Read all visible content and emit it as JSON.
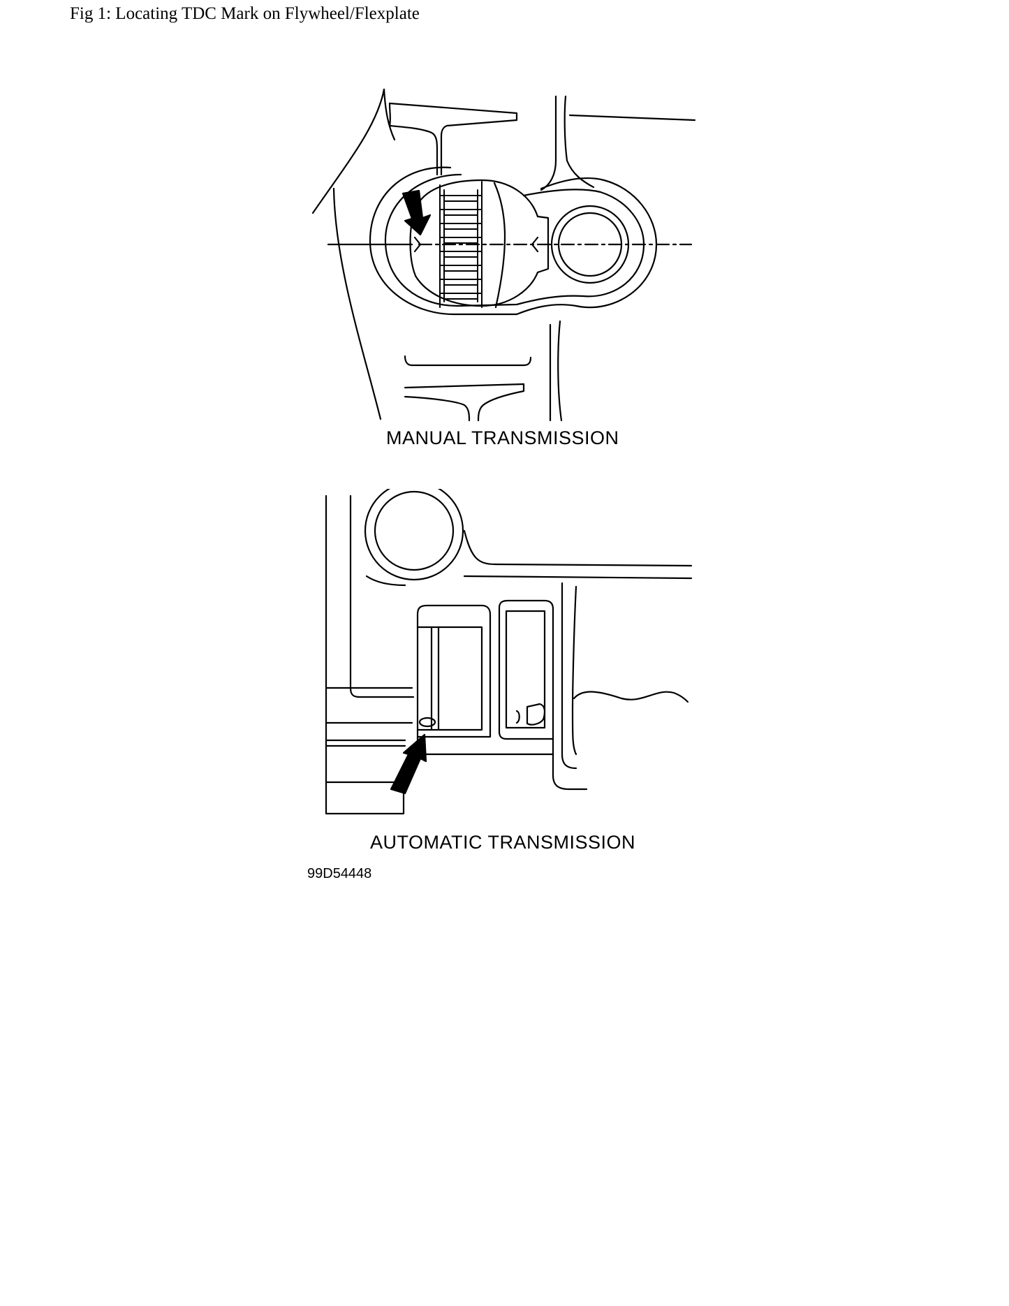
{
  "figure": {
    "title": "Fig 1: Locating TDC Mark on Flywheel/Flexplate",
    "manual_caption": "MANUAL TRANSMISSION",
    "automatic_caption": "AUTOMATIC TRANSMISSION",
    "code": "99D54448"
  }
}
